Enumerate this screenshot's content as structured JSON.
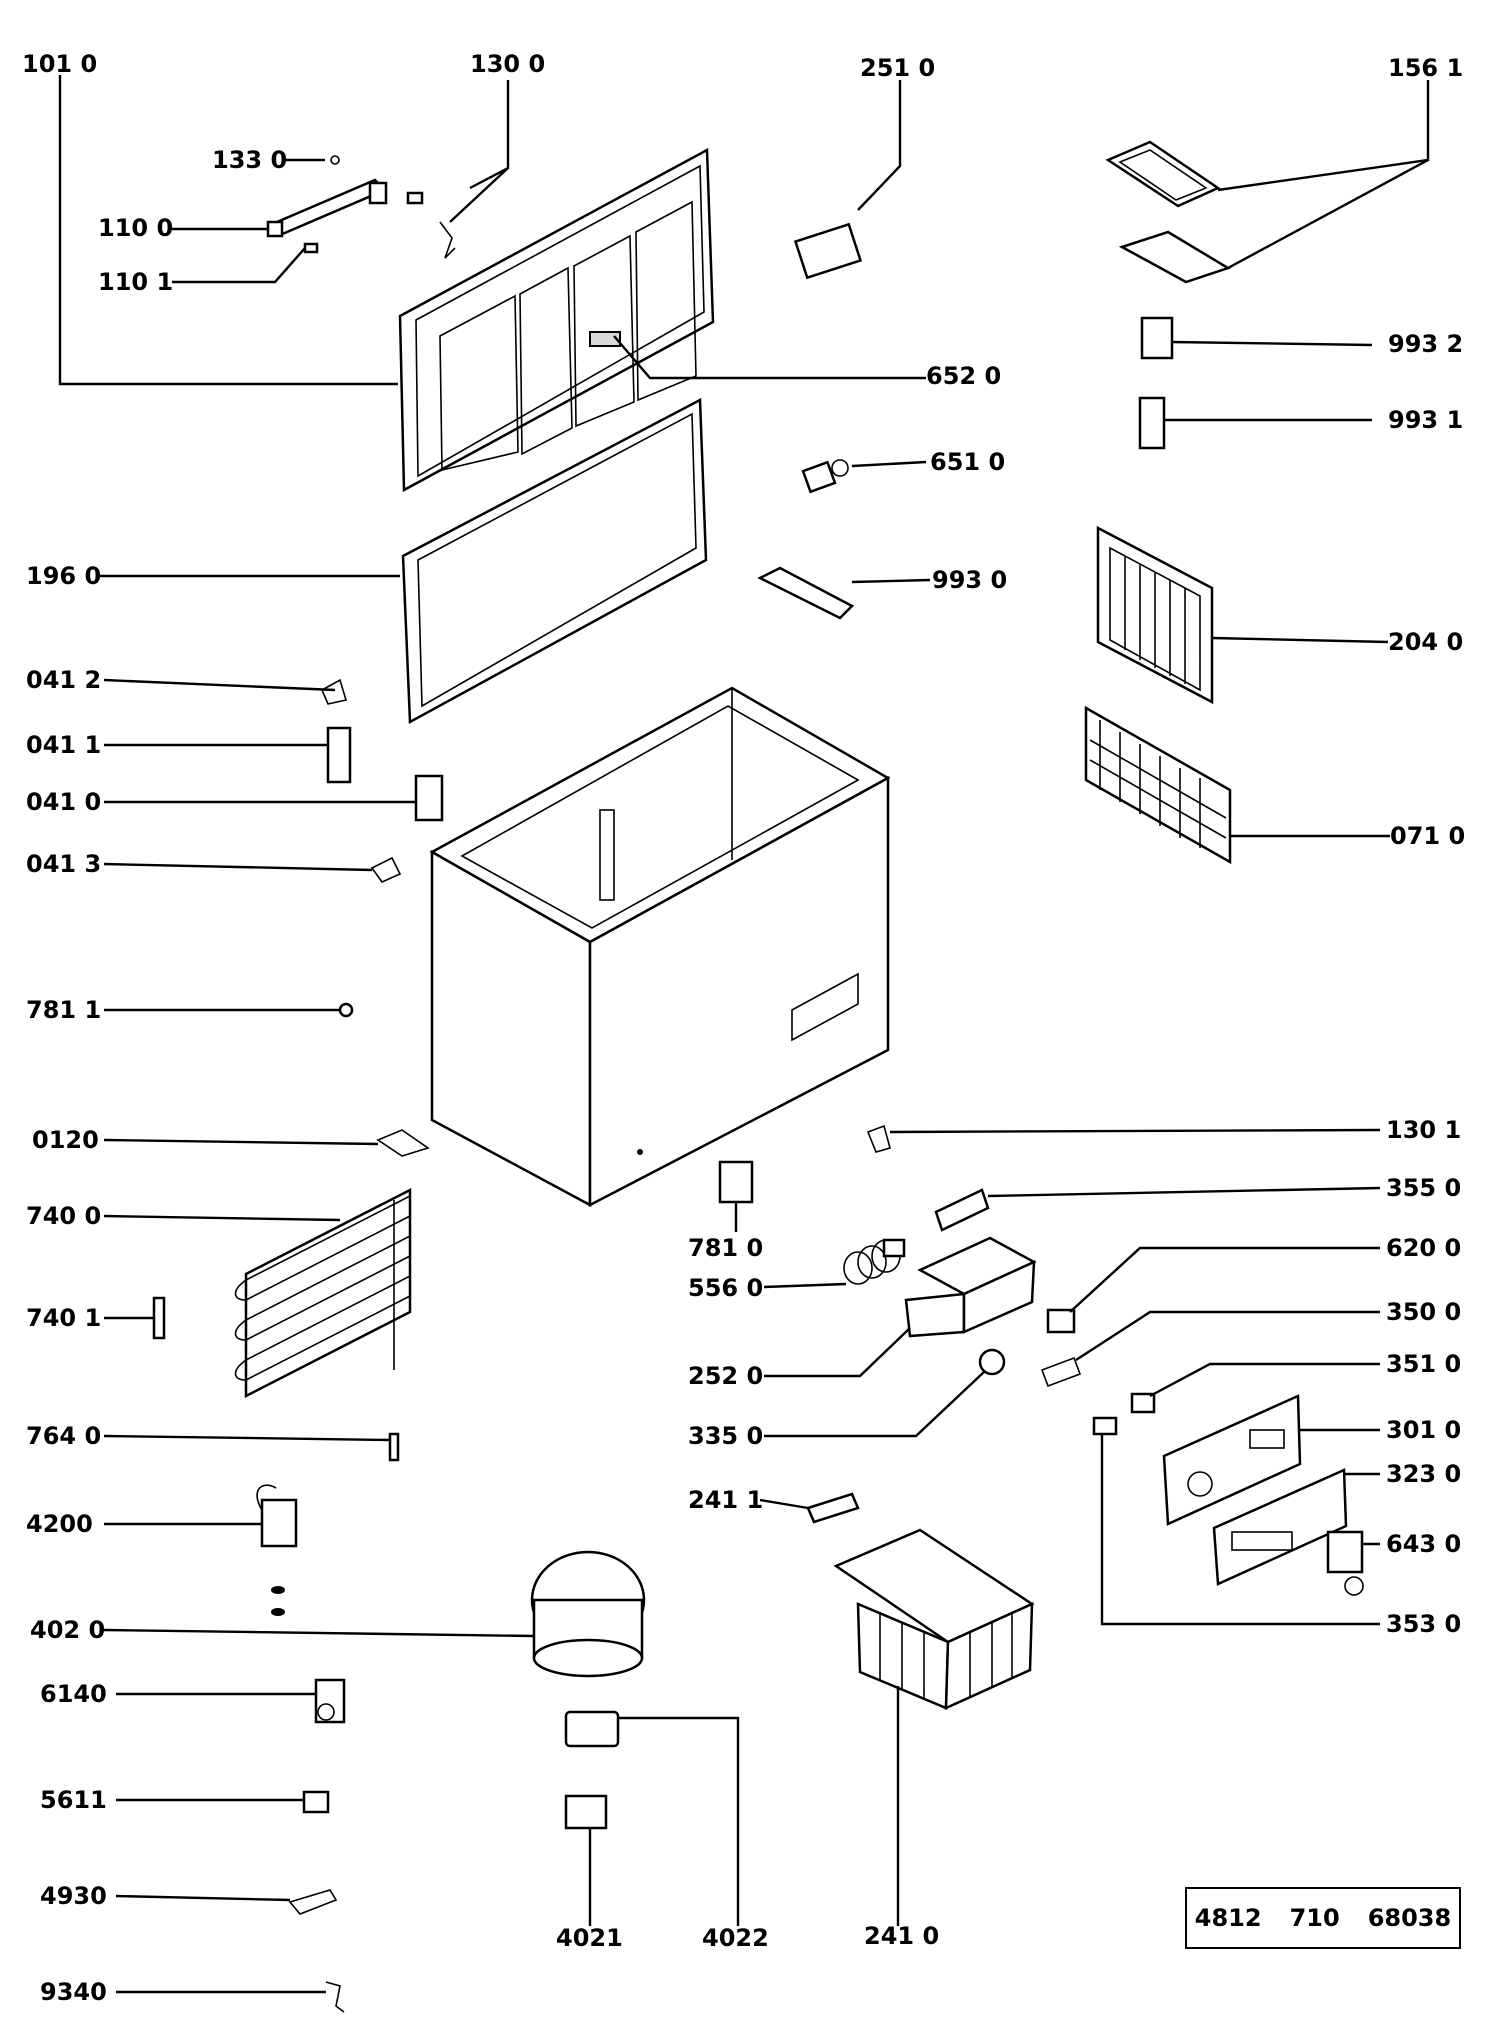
{
  "labels": {
    "p1010": "101 0",
    "p1300": "130 0",
    "p2510": "251 0",
    "p1561": "156  1",
    "p1330": "133 0",
    "p1100": "110 0",
    "p1101": "110 1",
    "p6520": "652 0",
    "p9932": "993 2",
    "p9931": "993 1",
    "p6510": "651 0",
    "p1960": "196 0",
    "p9930": "993 0",
    "p2040": "204 0",
    "p0412": "041 2",
    "p0411": "041 1",
    "p0410": "041 0",
    "p0413": "041 3",
    "p0710": "071 0",
    "p7811": "781 1",
    "p0120": "0120",
    "p1301": "130 1",
    "p7400": "740 0",
    "p3550": "355 0",
    "p7810": "781 0",
    "p6200": "620 0",
    "p5560": "556 0",
    "p7401": "740 1",
    "p3500": "350 0",
    "p2520": "252 0",
    "p3510": "351 0",
    "p7640": "764 0",
    "p3350": "335 0",
    "p3010": "301 0",
    "p3230": "323 0",
    "p2411": "241 1",
    "p4200": "4200",
    "p6430": "643 0",
    "p4020": "402 0",
    "p3530": "353 0",
    "p6140": "6140",
    "p5611": "5611",
    "p4930": "4930",
    "p4021": "4021",
    "p4022": "4022",
    "p2410": "241 0",
    "p9340": "9340"
  },
  "catalog": {
    "part1": "4812",
    "part2": "710",
    "part3": "68038"
  }
}
